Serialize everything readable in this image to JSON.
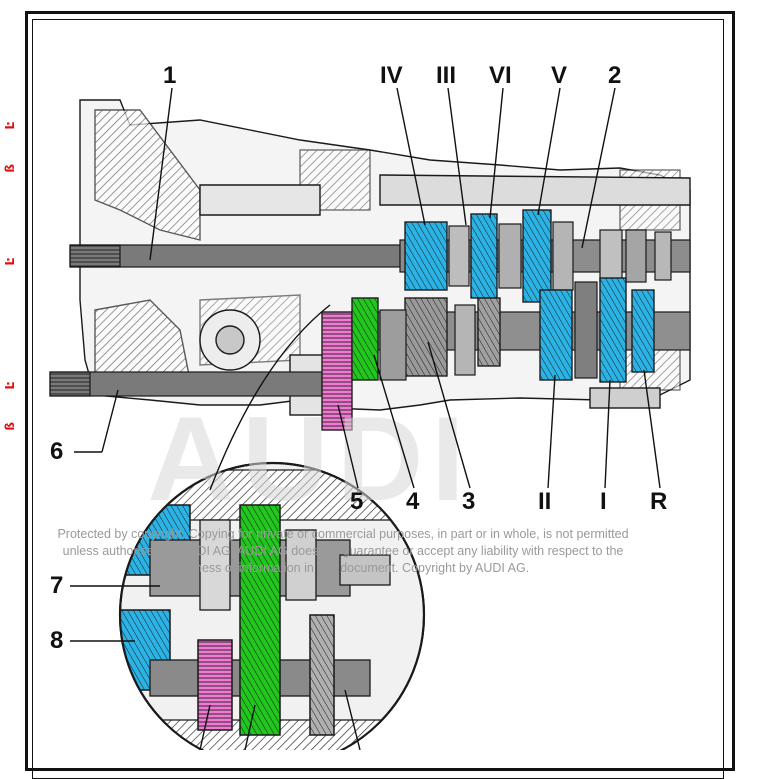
{
  "labels": {
    "l1": "1",
    "l2": "2",
    "l3": "3",
    "l4": "4",
    "l5": "5",
    "l6": "6",
    "l7": "7",
    "l8": "8",
    "lIV": "IV",
    "lIII": "III",
    "lVI": "VI",
    "lV": "V",
    "lII": "II",
    "lI": "I",
    "lR": "R"
  },
  "copyright": "Protected by copyright. Copying for private or commercial purposes, in part or in whole, is not permitted unless authorised by AUDI AG. AUDI AG does not guarantee or accept any liability with respect to the correctness of information in this document. Copyright by AUDI AG.",
  "watermark": "AUDI",
  "margin_marks": [
    "Ŀ",
    "ß",
    "Ŀ",
    "Ŀ",
    "ß"
  ],
  "colors": {
    "gear_blue": "#2bb3e6",
    "gear_green": "#22c71e",
    "gear_pink": "#f07ad2",
    "outline": "#1a1a1a",
    "casing_grey": "#8d8d8d",
    "shaft_grey": "#7a7a7a"
  }
}
